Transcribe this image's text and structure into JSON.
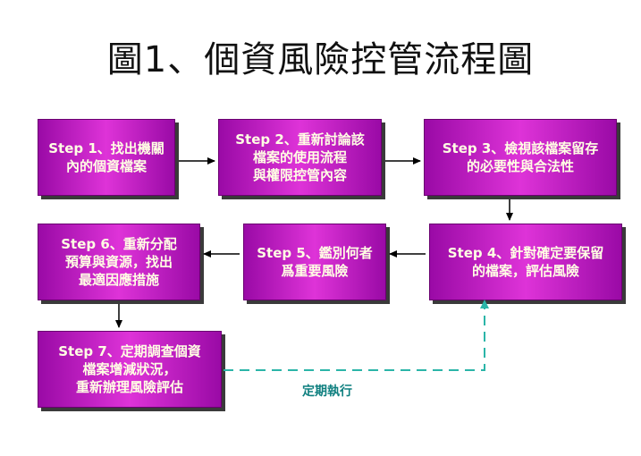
{
  "title": "圖1、個資風險控管流程圖",
  "steps": [
    {
      "text": "Step 1、找出機關\n內的個資檔案"
    },
    {
      "text": "Step 2、重新討論該\n檔案的使用流程\n與權限控管內容"
    },
    {
      "text": "Step 3、檢視該檔案留存\n的必要性與合法性"
    },
    {
      "text": "Step 4、針對確定要保留\n的檔案，評估風險"
    },
    {
      "text": "Step 5、鑑別何者\n爲重要風險"
    },
    {
      "text": "Step 6、重新分配\n預算與資源，找出\n最適因應措施"
    },
    {
      "text": "Step 7、定期調查個資\n檔案增減狀況，\n重新辦理風險評估"
    }
  ],
  "loop_label": "定期執行",
  "colors": {
    "box_dark": "#9a0aa6",
    "box_light": "#de33d8",
    "box_text": "#ffffe4",
    "loop_line": "#2bb5a8",
    "loop_label": "#0e7f7f"
  }
}
